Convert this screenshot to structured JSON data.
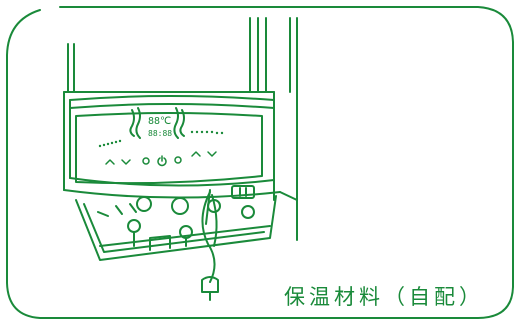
{
  "caption": "保温材料（自配）",
  "display": {
    "temperature_text": "88℃",
    "time_text": "88:88"
  },
  "colors": {
    "line": "#1a8a3a",
    "background": "#ffffff"
  },
  "icons": [
    "up-arrow",
    "down-arrow",
    "mode-button",
    "power-button",
    "settings-button",
    "up-arrow",
    "down-arrow",
    "plug"
  ]
}
